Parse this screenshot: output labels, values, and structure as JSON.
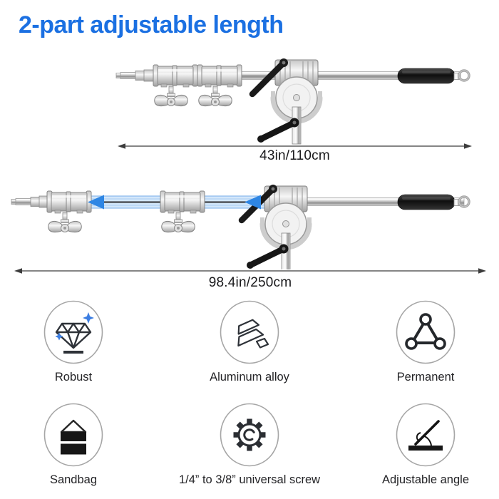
{
  "meta": {
    "title_heading": "2-part adjustable length"
  },
  "colors": {
    "title-blue": "#1b70e2",
    "arrow-blue": "#2e86e4",
    "tube-fill": "#d3e7fa",
    "tube-edge": "#77aeea",
    "tube-inner": "#a8cdf2",
    "sparkle-blue": "#3c7ee2"
  },
  "diagram": {
    "collapsed": {
      "name": "boom arm collapsed",
      "measurement": "43in/110cm"
    },
    "extended": {
      "name": "boom arm extended",
      "measurement": "98.4in/250cm"
    }
  },
  "features": [
    {
      "icon": "diamond-icon",
      "label": "Robust"
    },
    {
      "icon": "ingots-icon",
      "label": "Aluminum alloy"
    },
    {
      "icon": "triangle-nodes-icon",
      "label": "Permanent"
    },
    {
      "icon": "sandbag-icon",
      "label": "Sandbag"
    },
    {
      "icon": "gear-icon",
      "label": "1/4” to 3/8” universal screw"
    },
    {
      "icon": "angle-icon",
      "label": "Adjustable angle"
    }
  ]
}
